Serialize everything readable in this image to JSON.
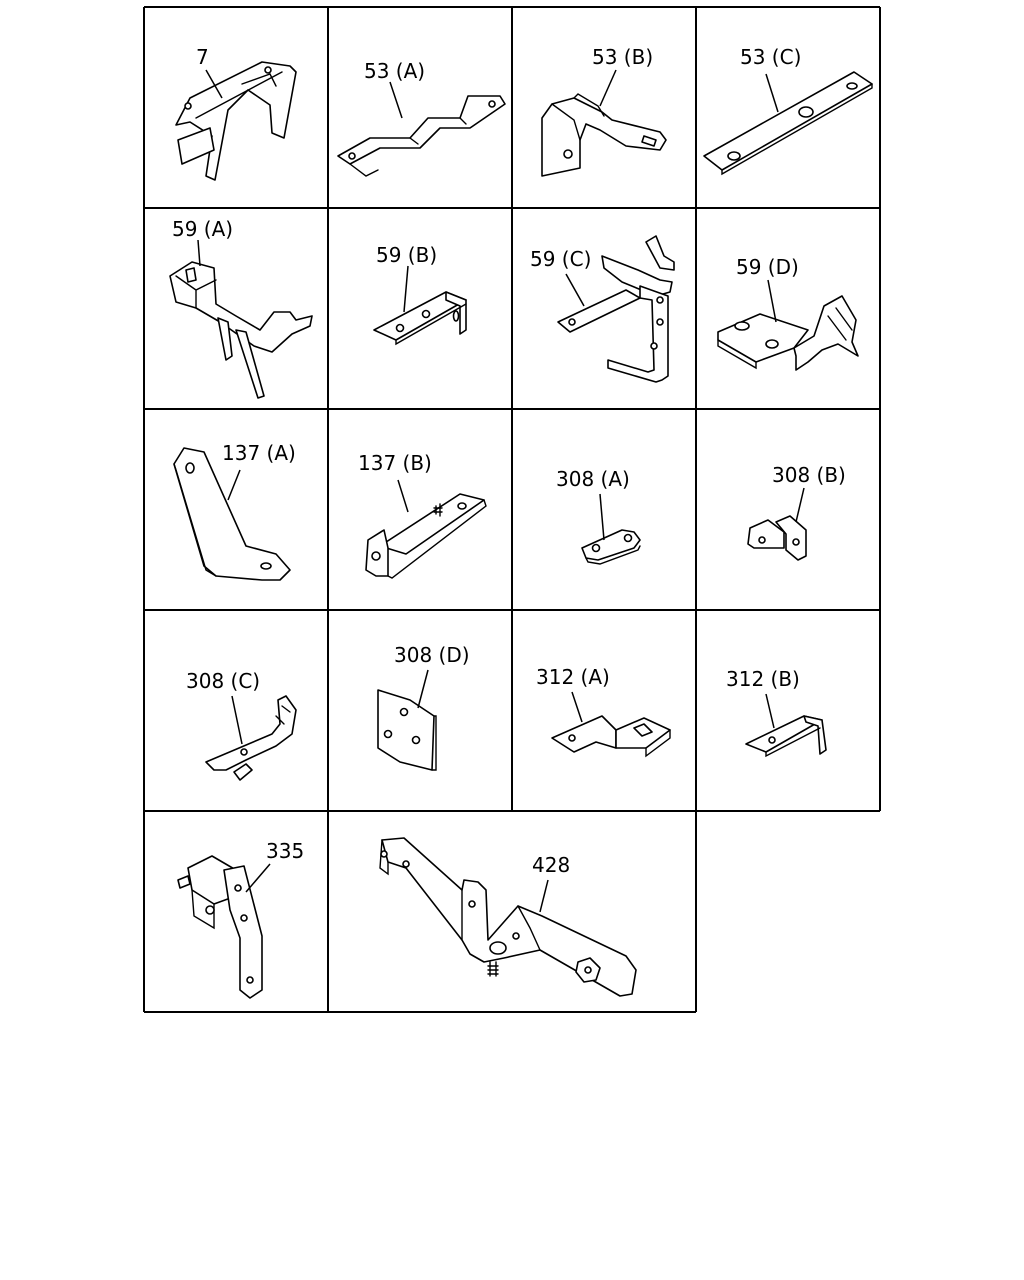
{
  "callouts": {
    "c7": "7",
    "c53a": "53 (A)",
    "c53b": "53 (B)",
    "c53c": "53 (C)",
    "c59a": "59 (A)",
    "c59b": "59 (B)",
    "c59c": "59 (C)",
    "c59d": "59 (D)",
    "c137a": "137 (A)",
    "c137b": "137 (B)",
    "c308a": "308 (A)",
    "c308b": "308 (B)",
    "c308c": "308 (C)",
    "c308d": "308 (D)",
    "c312a": "312 (A)",
    "c312b": "312 (B)",
    "c335": "335",
    "c428": "428"
  }
}
